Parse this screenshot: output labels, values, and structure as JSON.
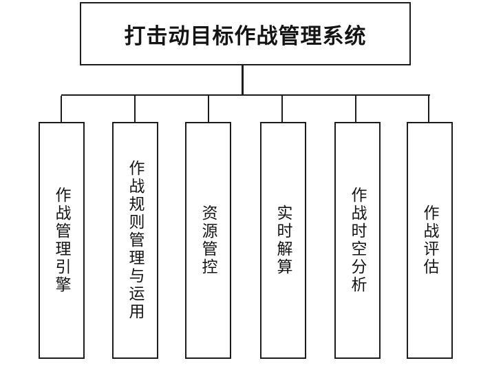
{
  "diagram": {
    "type": "org-tree",
    "root": {
      "label": "打击动目标作战管理系统"
    },
    "children": [
      {
        "label": "作战管理引擎"
      },
      {
        "label": "作战规则管理与运用"
      },
      {
        "label": "资源管控"
      },
      {
        "label": "实时解算"
      },
      {
        "label": "作战时空分析"
      },
      {
        "label": "作战评估"
      }
    ],
    "colors": {
      "background": "#ffffff",
      "border": "#1c1c1c",
      "text": "#141414",
      "line": "#1c1c1c"
    }
  }
}
